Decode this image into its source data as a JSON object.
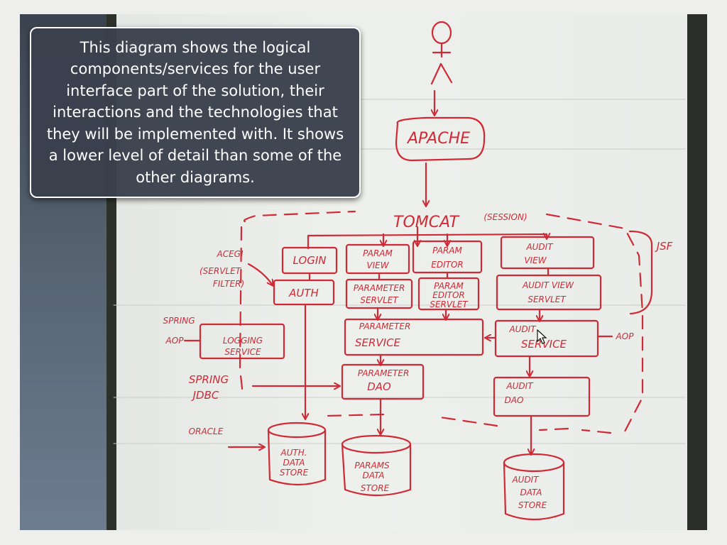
{
  "callout": {
    "text": "This diagram shows the logical components/services for the user interface part of the solution, their interactions and the technologies that they will be implemented with. It shows a lower level of detail than some of the other diagrams."
  },
  "whiteboard": {
    "actor_icon": "stick-figure-user-icon",
    "apache": "APACHE",
    "tomcat": "TOMCAT",
    "session": "(SESSION)",
    "jsf": "JSF",
    "login": "LOGIN",
    "param_view": [
      "PARAM",
      "VIEW"
    ],
    "param_editor": [
      "PARAM",
      "EDITOR"
    ],
    "audit_view": [
      "AUDIT",
      "VIEW"
    ],
    "acegi_filter": [
      "ACEGI",
      "(SERVLET",
      "FILTER)"
    ],
    "auth": "AUTH",
    "parameter_servlet": [
      "PARAMETER",
      "SERVLET"
    ],
    "param_editor_servlet": [
      "PARAM",
      "EDITOR",
      "SERVLET"
    ],
    "audit_view_servlet": [
      "AUDIT VIEW",
      "SERVLET"
    ],
    "spring_aop": [
      "SPRING",
      "AOP"
    ],
    "logging_service": [
      "LOGGING",
      "SERVICE"
    ],
    "parameter_service": [
      "PARAMETER",
      "SERVICE"
    ],
    "audit_service": [
      "AUDIT",
      "SERVICE"
    ],
    "aop_right": "AOP",
    "spring_jdbc": [
      "SPRING",
      "JDBC"
    ],
    "parameter_dao": [
      "PARAMETER",
      "DAO"
    ],
    "audit_dao": [
      "AUDIT",
      "DAO"
    ],
    "oracle": "ORACLE",
    "auth_store": [
      "AUTH.",
      "DATA",
      "STORE"
    ],
    "params_store": [
      "PARAMS",
      "DATA",
      "STORE"
    ],
    "audit_store": [
      "AUDIT",
      "DATA",
      "STORE"
    ]
  },
  "colors": {
    "marker": "#d02a36",
    "callout_bg": "#3a404c",
    "board": "#eceee9"
  }
}
